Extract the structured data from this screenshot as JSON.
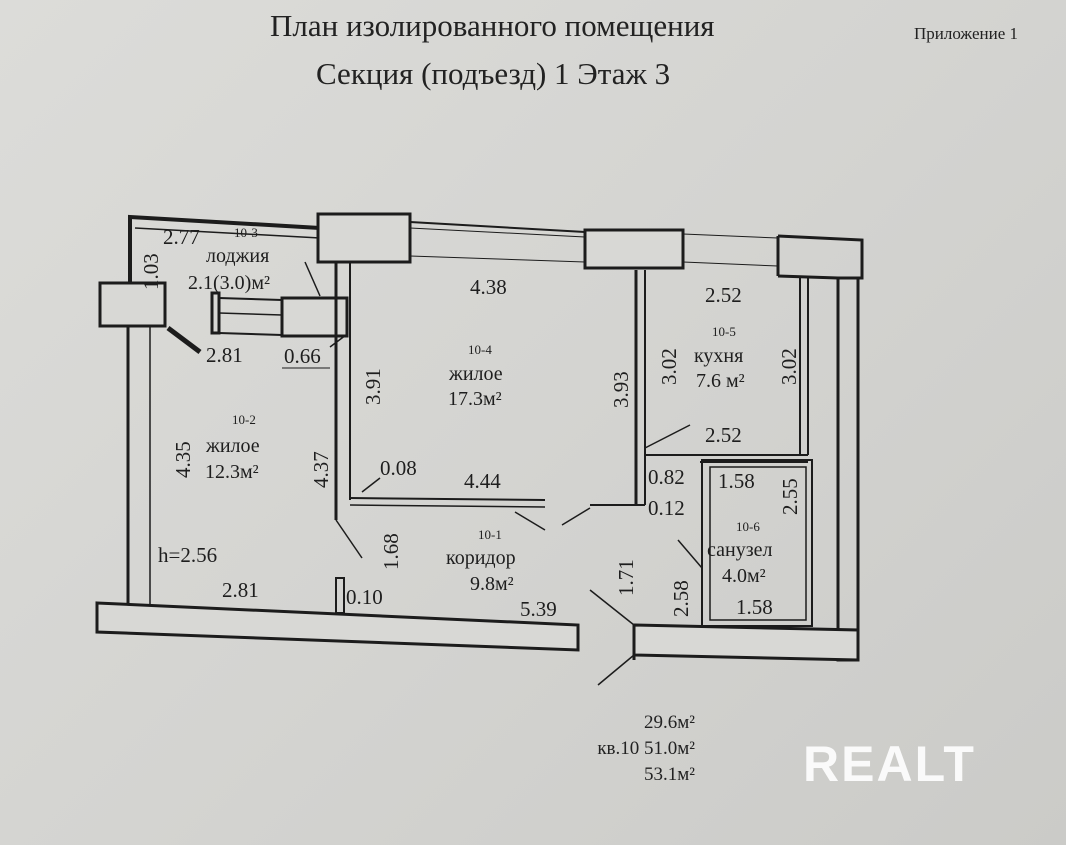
{
  "header": {
    "title": "План изолированного помещения",
    "subtitle": "Секция (подъезд) 1   Этаж 3",
    "appendix": "Приложение 1"
  },
  "rooms": [
    {
      "id": "10-1",
      "name": "коридор",
      "area": "9.8м²"
    },
    {
      "id": "10-2",
      "name": "жилое",
      "area": "12.3м²"
    },
    {
      "id": "10-3",
      "name": "лоджия",
      "area": "2.1(3.0)м²"
    },
    {
      "id": "10-4",
      "name": "жилое",
      "area": "17.3м²"
    },
    {
      "id": "10-5",
      "name": "кухня",
      "area": "7.6 м²"
    },
    {
      "id": "10-6",
      "name": "санузел",
      "area": "4.0м²"
    }
  ],
  "dimensions": {
    "d103": "1.03",
    "d277": "2.77",
    "d281a": "2.81",
    "d066": "0.66",
    "d435": "4.35",
    "d437": "4.37",
    "d391": "3.91",
    "d438": "4.38",
    "d393": "3.93",
    "d252a": "2.52",
    "d302a": "3.02",
    "d302b": "3.02",
    "d252b": "2.52",
    "d082": "0.82",
    "d012": "0.12",
    "d158a": "1.58",
    "d255": "2.55",
    "d158b": "1.58",
    "d258": "2.58",
    "d171": "1.71",
    "d539": "5.39",
    "d168": "1.68",
    "d008": "0.08",
    "d444": "4.44",
    "d010": "0.10",
    "d281b": "2.81",
    "height": "h=2.56"
  },
  "totals": {
    "line1": "29.6м²",
    "line2_label": "кв.10",
    "line2": "51.0м²",
    "line3": "53.1м²"
  },
  "watermark": "REALT"
}
